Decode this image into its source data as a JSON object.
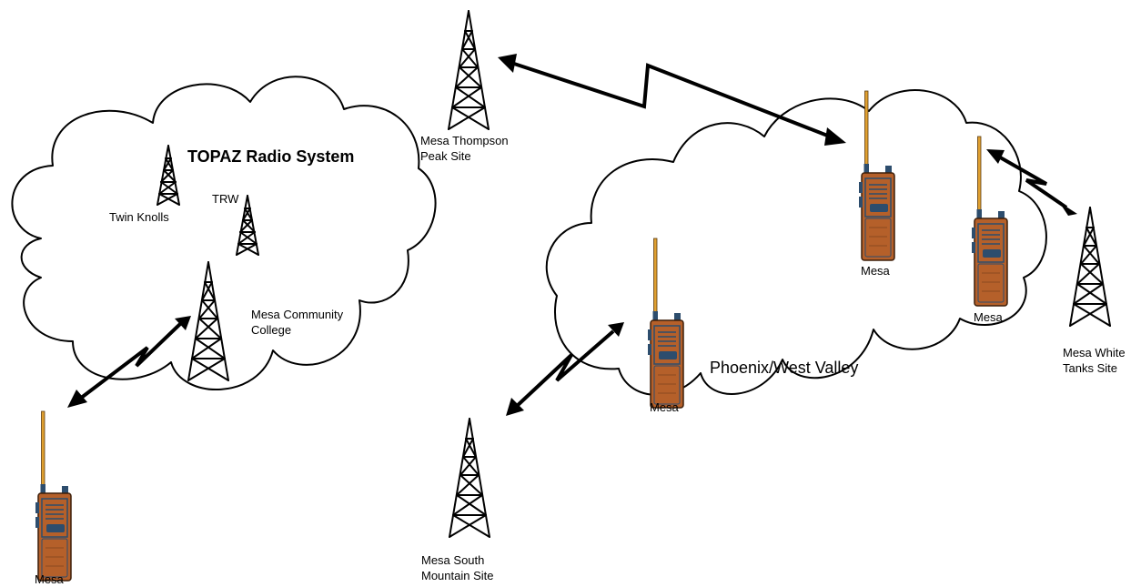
{
  "diagram": {
    "clouds": [
      {
        "id": "topaz",
        "title": "TOPAZ Radio System"
      },
      {
        "id": "phoenix",
        "title": "Phoenix/West Valley"
      }
    ],
    "towers": [
      {
        "id": "thompson",
        "label_lines": [
          "Mesa Thompson",
          "Peak Site"
        ]
      },
      {
        "id": "twin-knolls",
        "label_lines": [
          "Twin Knolls"
        ]
      },
      {
        "id": "trw",
        "label_lines": [
          "TRW"
        ]
      },
      {
        "id": "mcc",
        "label_lines": [
          "Mesa Community",
          "College"
        ]
      },
      {
        "id": "south-mountain",
        "label_lines": [
          "Mesa South",
          "Mountain Site"
        ]
      },
      {
        "id": "white-tanks",
        "label_lines": [
          "Mesa White",
          "Tanks Site"
        ]
      }
    ],
    "radios": [
      {
        "id": "radio-bottom-left",
        "label": "Mesa"
      },
      {
        "id": "radio-phoenix-center",
        "label": "Mesa"
      },
      {
        "id": "radio-phoenix-top",
        "label": "Mesa"
      },
      {
        "id": "radio-phoenix-right",
        "label": "Mesa"
      }
    ],
    "links": [
      {
        "from": "radio-bottom-left",
        "to": "mcc"
      },
      {
        "from": "thompson",
        "to": "radio-phoenix-top"
      },
      {
        "from": "south-mountain",
        "to": "radio-phoenix-center"
      },
      {
        "from": "radio-phoenix-right",
        "to": "white-tanks"
      }
    ],
    "colors": {
      "radio_body": "#b5602a",
      "radio_antenna": "#e0a030",
      "radio_trim": "#2d4d6d",
      "line": "#000000"
    }
  }
}
